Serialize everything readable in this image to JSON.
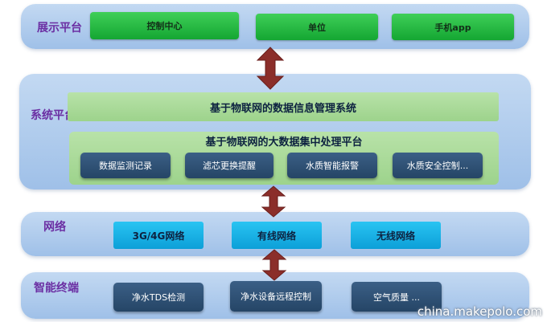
{
  "display_layer": {
    "label": "展示平台",
    "buttons": [
      "控制中心",
      "单位",
      "手机app"
    ]
  },
  "system_layer": {
    "label": "系统平台",
    "top_bar": "基于物联网的数据信息管理系统",
    "sub_bar": "基于物联网的大数据集中处理平台",
    "modules": [
      "数据监测记录",
      "滤芯更换提醒",
      "水质智能报警",
      "水质安全控制..."
    ]
  },
  "network_layer": {
    "label": "网络",
    "items": [
      "3G/4G网络",
      "有线网络",
      "无线网络"
    ]
  },
  "terminal_layer": {
    "label": "智能终端",
    "items": [
      "净水TDS检测",
      "净水设备远程控制",
      "空气质量 ..."
    ]
  },
  "arrow_color": "#8b2e2a",
  "watermark": "china.makepolo.com"
}
